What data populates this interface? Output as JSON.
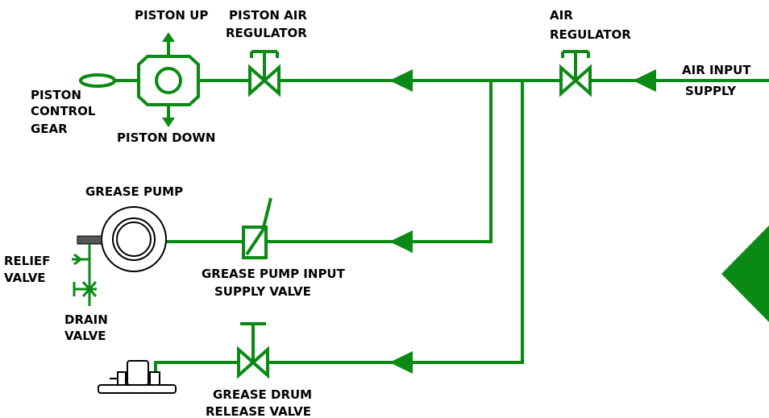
{
  "labels": {
    "piston_up": "PISTON UP",
    "piston_air_regulator": [
      "PISTON AIR",
      "REGULATOR"
    ],
    "air_regulator": [
      "AIR",
      "REGULATOR"
    ],
    "air_input_supply": [
      "AIR INPUT",
      "SUPPLY"
    ],
    "piston_control_gear": [
      "PISTON",
      "CONTROL",
      "GEAR"
    ],
    "piston_down": "PISTON DOWN",
    "grease_pump": "GREASE PUMP",
    "relief_valve": [
      "RELIEF",
      "VALVE"
    ],
    "drain_valve": [
      "DRAIN",
      "VALVE"
    ],
    "grease_pump_input_supply_valve": [
      "GREASE PUMP INPUT",
      "SUPPLY VALVE"
    ],
    "grease_drum_release_valve": [
      "GREASE DRUM",
      "RELEASE VALVE"
    ]
  },
  "colors": {
    "pipe": "#0a8a14",
    "nav_arrow": "#0a8a14",
    "text": "#000000"
  },
  "icons": [
    "flow-arrow-icon",
    "globe-valve-icon",
    "nav-arrow-icon"
  ]
}
